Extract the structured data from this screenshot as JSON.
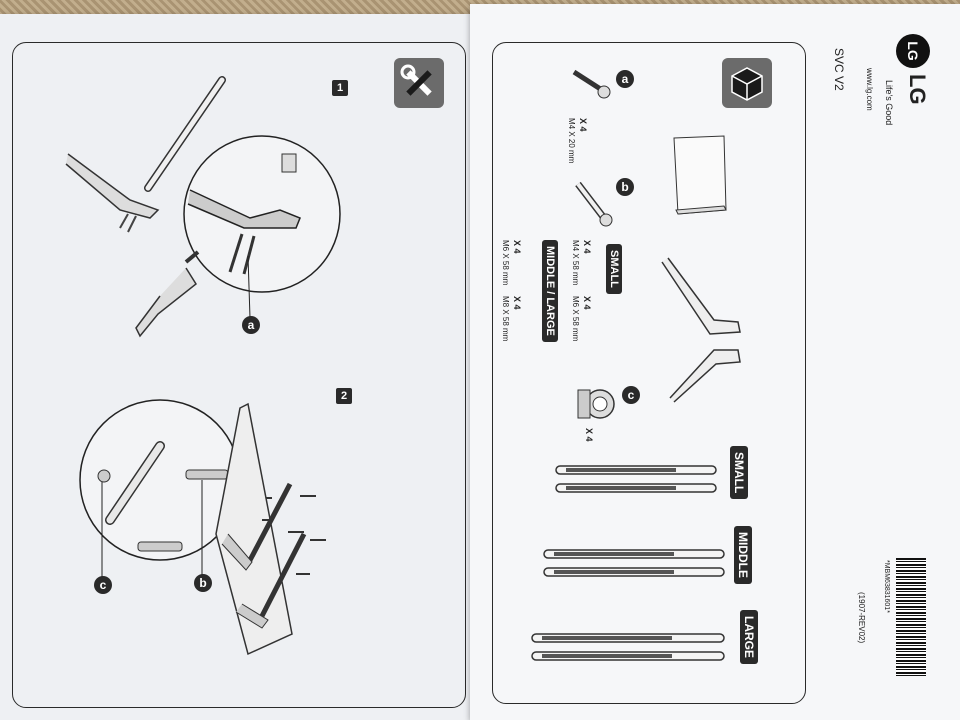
{
  "brand": {
    "logo_text": "LG",
    "tagline": "Life's Good",
    "website": "www.lg.com"
  },
  "model": "SVC V2",
  "barcode_text": "*MBM63831601*",
  "revision": "(1907-REV02)",
  "steps": {
    "step1": "1",
    "step2": "2"
  },
  "callouts": {
    "a": "a",
    "b": "b",
    "c": "c"
  },
  "parts": {
    "a": {
      "letter": "a",
      "qty": "X 4",
      "size": "M4 X 20 mm"
    },
    "b": {
      "letter": "b",
      "small_label": "SMALL",
      "middle_large_label": "MIDDLE / LARGE",
      "small_items": [
        {
          "qty": "X 4",
          "size": "M4 X 58 mm"
        },
        {
          "qty": "X 4",
          "size": "M6 X 58 mm"
        }
      ],
      "ml_items": [
        {
          "qty": "X 4",
          "size": "M6 X 58 mm"
        },
        {
          "qty": "X 4",
          "size": "M8 X 58 mm"
        }
      ]
    },
    "c": {
      "letter": "c",
      "qty": "X 4"
    }
  },
  "sizes": {
    "small": "SMALL",
    "middle": "MIDDLE",
    "large": "LARGE"
  }
}
